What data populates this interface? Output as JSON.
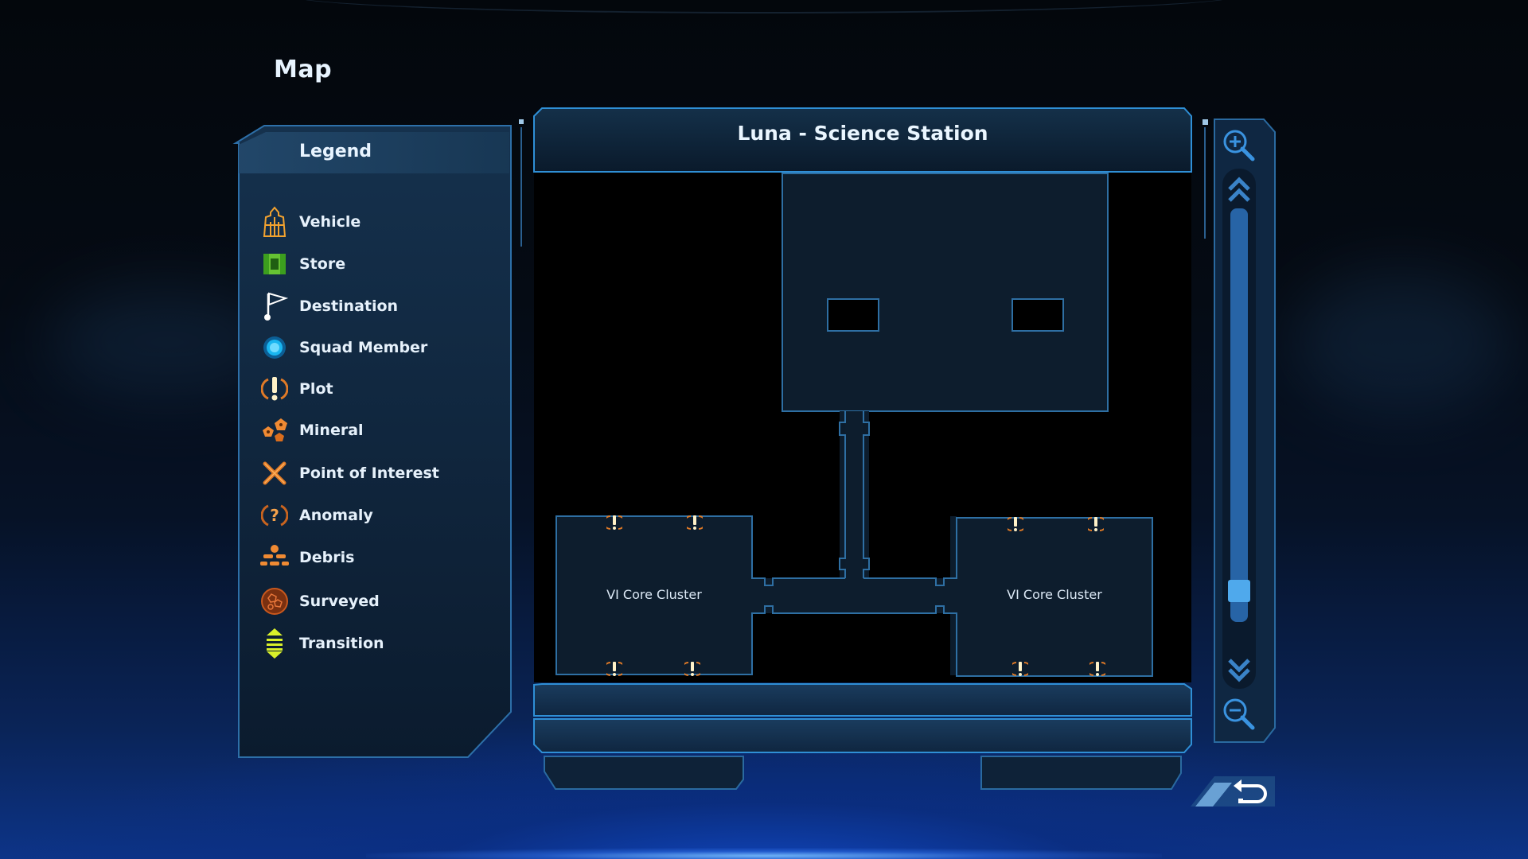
{
  "page": {
    "title": "Map"
  },
  "legend": {
    "header": "Legend",
    "items": [
      {
        "label": "Vehicle",
        "icon": "vehicle-icon"
      },
      {
        "label": "Store",
        "icon": "store-icon"
      },
      {
        "label": "Destination",
        "icon": "destination-flag-icon"
      },
      {
        "label": "Squad Member",
        "icon": "squad-member-icon"
      },
      {
        "label": "Plot",
        "icon": "plot-icon"
      },
      {
        "label": "Mineral",
        "icon": "mineral-icon"
      },
      {
        "label": "Point of Interest",
        "icon": "point-of-interest-icon"
      },
      {
        "label": "Anomaly",
        "icon": "anomaly-icon"
      },
      {
        "label": "Debris",
        "icon": "debris-icon"
      },
      {
        "label": "Surveyed",
        "icon": "surveyed-icon"
      },
      {
        "label": "Transition",
        "icon": "transition-icon"
      }
    ]
  },
  "map": {
    "title": "Luna - Science Station",
    "rooms": [
      {
        "label": "VI Core Cluster"
      },
      {
        "label": "VI Core Cluster"
      }
    ]
  },
  "zoom": {
    "in_icon": "zoom-in-icon",
    "out_icon": "zoom-out-icon",
    "level": 0.05
  },
  "controls": {
    "back_icon": "back-arrow-icon"
  },
  "colors": {
    "accent": "#2f8fd6",
    "panel": "#0f2a45",
    "plot_marker": "#f08a33",
    "text": "#e6f1fb"
  }
}
